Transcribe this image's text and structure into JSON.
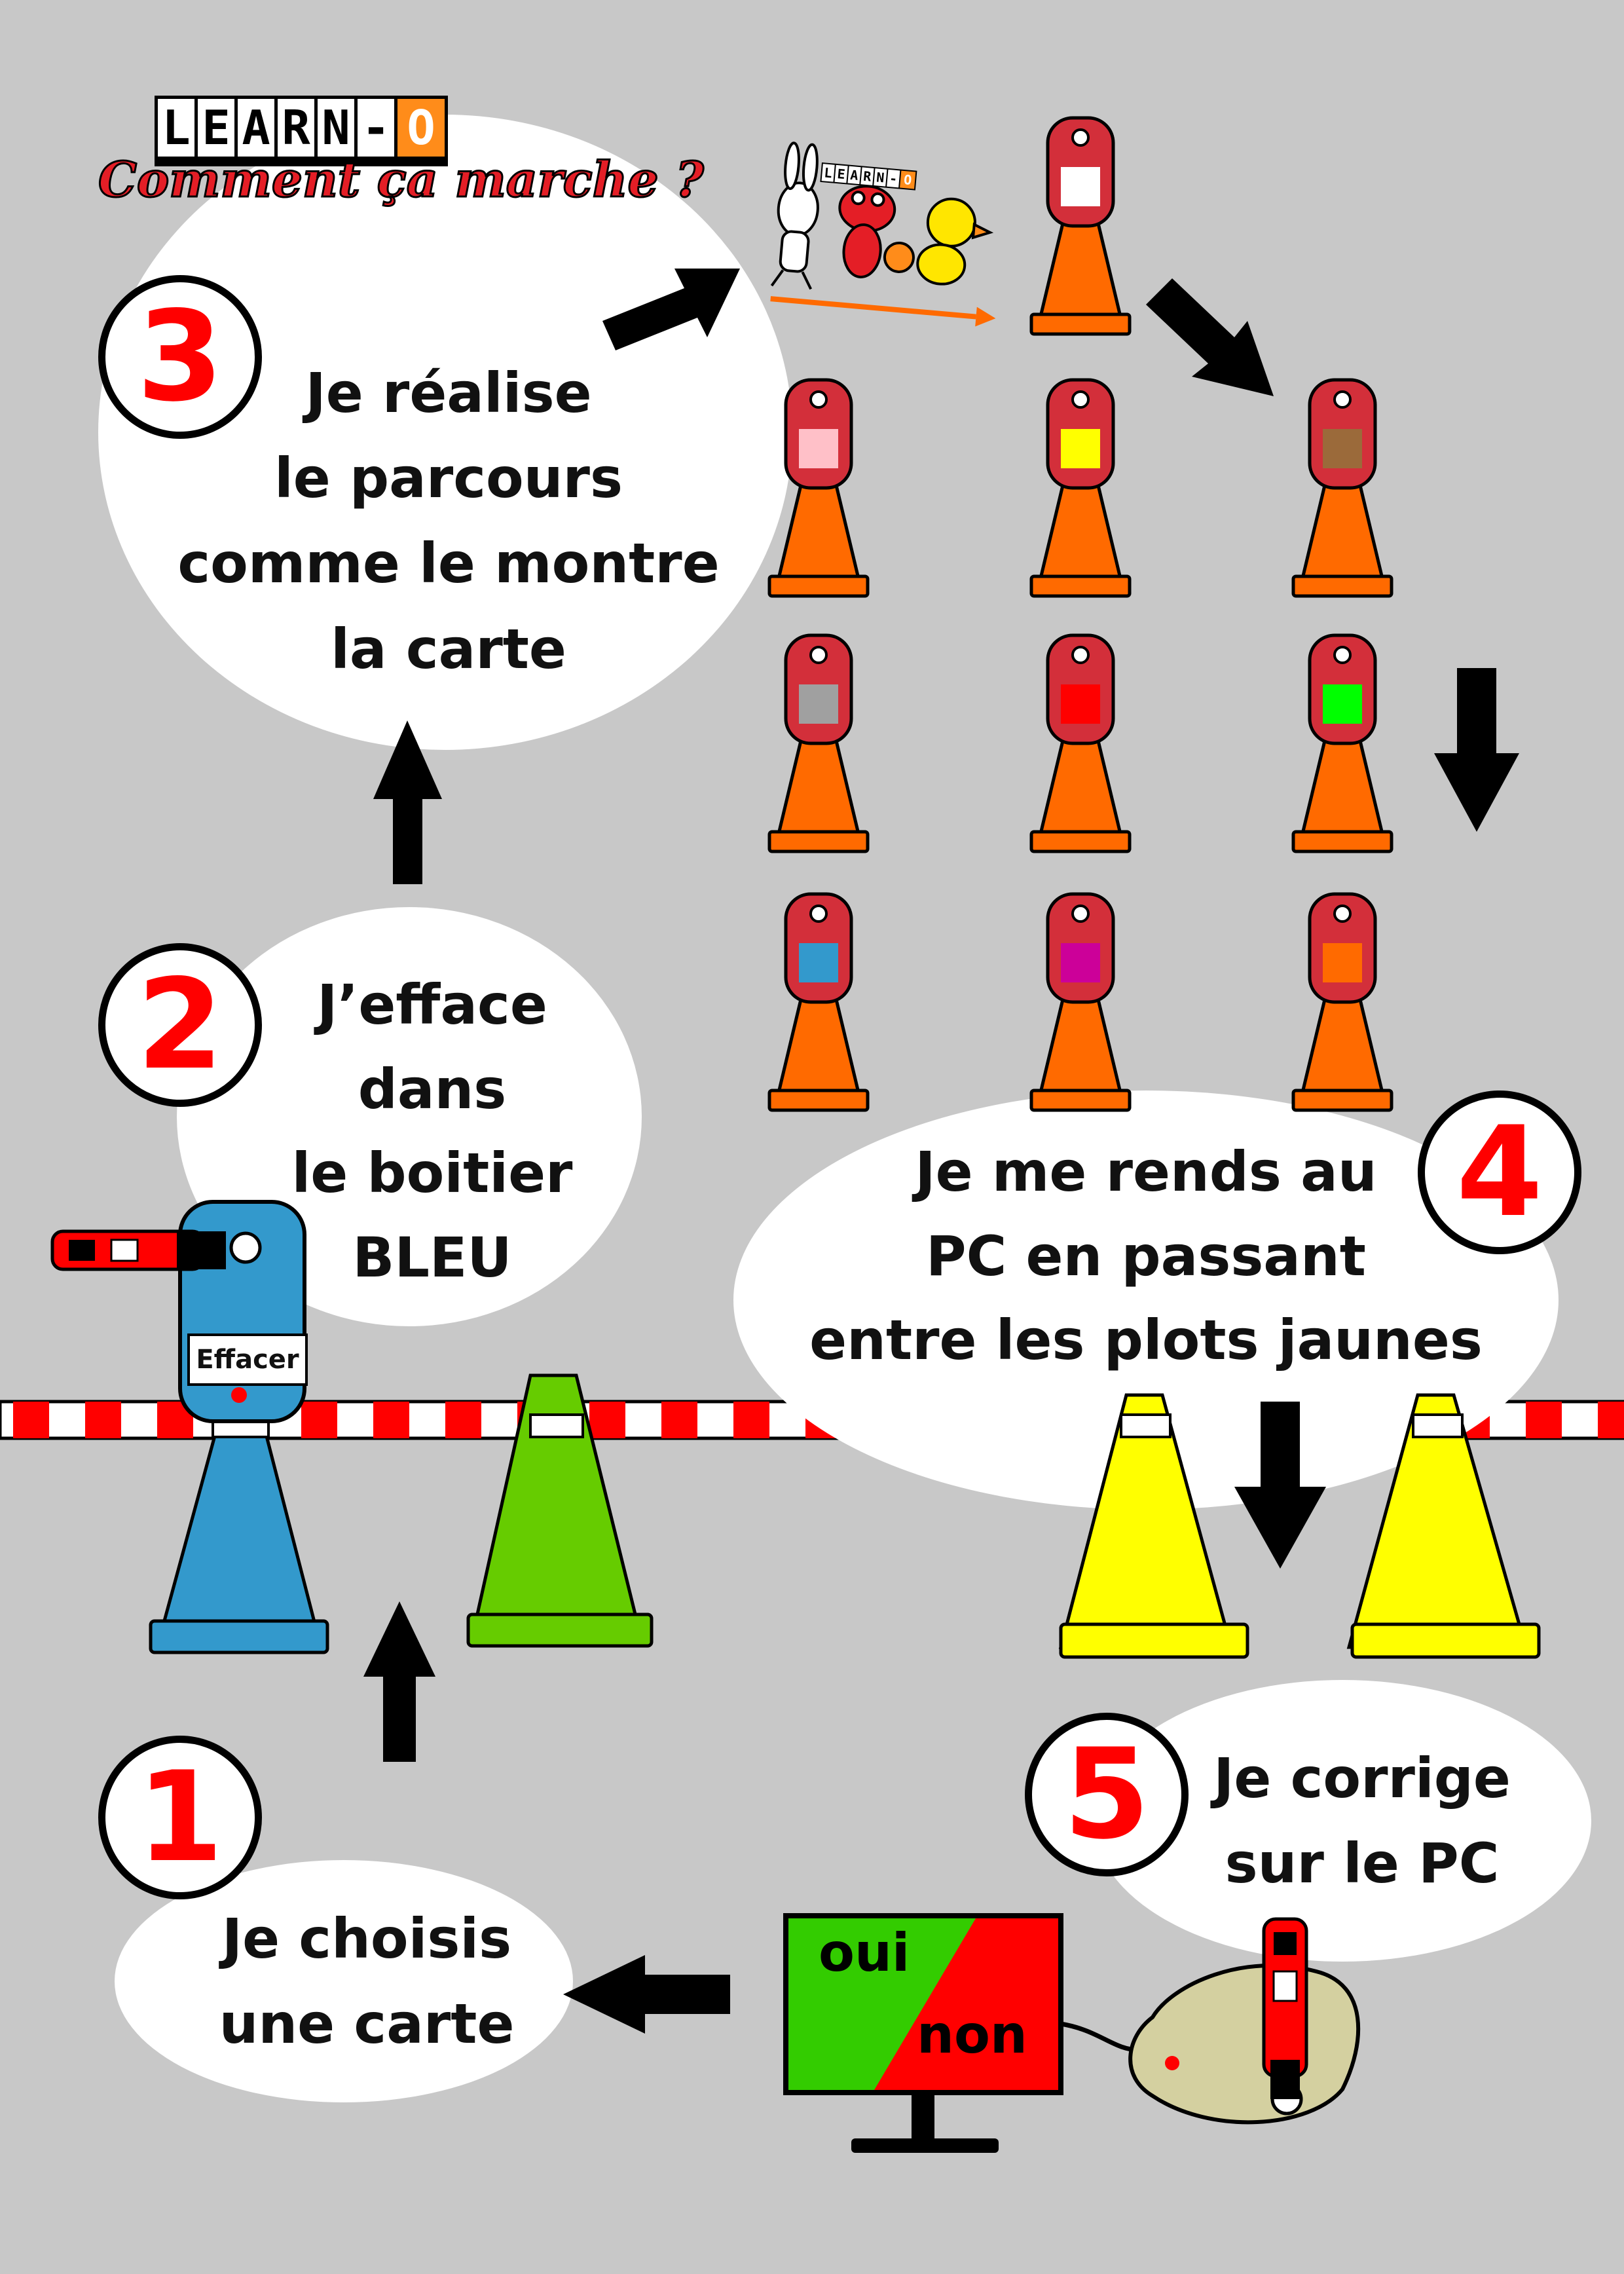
{
  "header": {
    "logo_letters": [
      "L",
      "E",
      "A",
      "R",
      "N",
      "-",
      "O"
    ],
    "subtitle": "Comment ça marche ?"
  },
  "card": {
    "logo_letters": [
      "L",
      "E",
      "A",
      "R",
      "N",
      "-",
      "O"
    ]
  },
  "steps": [
    {
      "number": "1",
      "lines": [
        "Je choisis",
        "une carte"
      ]
    },
    {
      "number": "2",
      "lines": [
        "J’efface",
        "dans",
        "le boitier",
        "BLEU"
      ]
    },
    {
      "number": "3",
      "lines": [
        "Je réalise",
        "le parcours",
        "comme le montre",
        "la carte"
      ]
    },
    {
      "number": "4",
      "lines": [
        "Je me rends au",
        "PC en passant",
        "entre les plots jaunes"
      ]
    },
    {
      "number": "5",
      "lines": [
        "Je corrige",
        "sur le PC"
      ]
    }
  ],
  "box": {
    "button_label": "Effacer"
  },
  "pc": {
    "yes_label": "oui",
    "no_label": "non"
  },
  "colors": {
    "background": "#c8c8c8",
    "accent_red": "#ff0000",
    "cone_orange": "#ff6a00",
    "cone_yellow": "#ffff00",
    "cone_green": "#66cc00",
    "cone_blue": "#3399cc",
    "pc_green": "#33cc00",
    "reader_beige": "#d4d0a0",
    "marker_colors": [
      "#ffffff",
      "#ffc0c8",
      "#ffff00",
      "#9b6a3a",
      "#a0a0a0",
      "#ff0000",
      "#00ff00",
      "#3399cc",
      "#cc0099",
      "#ff6a00"
    ]
  },
  "icons": [
    "arrow-up-icon",
    "arrow-down-icon",
    "arrow-left-icon",
    "arrow-diagonal-icon",
    "cone-icon",
    "control-box-icon",
    "pc-monitor-icon",
    "card-reader-icon",
    "stick-icon"
  ]
}
